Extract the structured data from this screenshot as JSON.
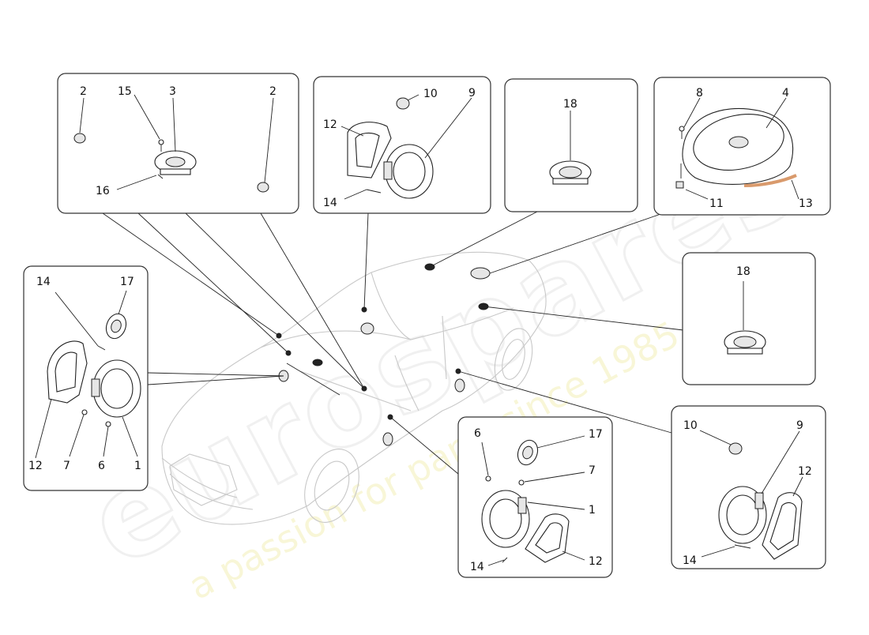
{
  "callouts": {
    "box_top_left": [
      "2",
      "15",
      "3",
      "2",
      "16"
    ],
    "box_top_mid": [
      "10",
      "9",
      "12",
      "14"
    ],
    "box_top_center": [
      "18"
    ],
    "box_top_right": [
      "8",
      "4",
      "11",
      "13"
    ],
    "box_left": [
      "14",
      "17",
      "12",
      "7",
      "6",
      "1"
    ],
    "box_right_mid": [
      "18"
    ],
    "box_bottom_mid": [
      "6",
      "17",
      "7",
      "1",
      "14",
      "12"
    ],
    "box_bottom_right": [
      "10",
      "9",
      "12",
      "14"
    ]
  },
  "watermark": {
    "brand": "eurospares",
    "tagline": "a passion for parts since 1985"
  }
}
